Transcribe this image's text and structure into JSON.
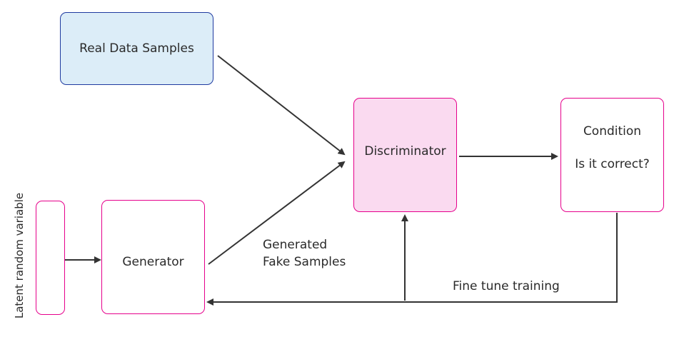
{
  "nodes": {
    "real_data": {
      "label": "Real Data Samples",
      "fill": "#dcedf8",
      "border": "#1f3aa0"
    },
    "discriminator": {
      "label": "Discriminator",
      "fill": "#fadaf0",
      "border": "#e6008c"
    },
    "condition": {
      "line1": "Condition",
      "line2": "Is it correct?",
      "border": "#e6008c"
    },
    "latent": {
      "label": "Latent random variable",
      "border": "#e6008c"
    },
    "generator": {
      "label": "Generator",
      "border": "#e6008c"
    }
  },
  "edge_labels": {
    "generated_line1": "Generated",
    "generated_line2": "Fake Samples",
    "fine_tune": "Fine tune training"
  },
  "colors": {
    "arrow": "#333333",
    "accent": "#e6008c"
  }
}
